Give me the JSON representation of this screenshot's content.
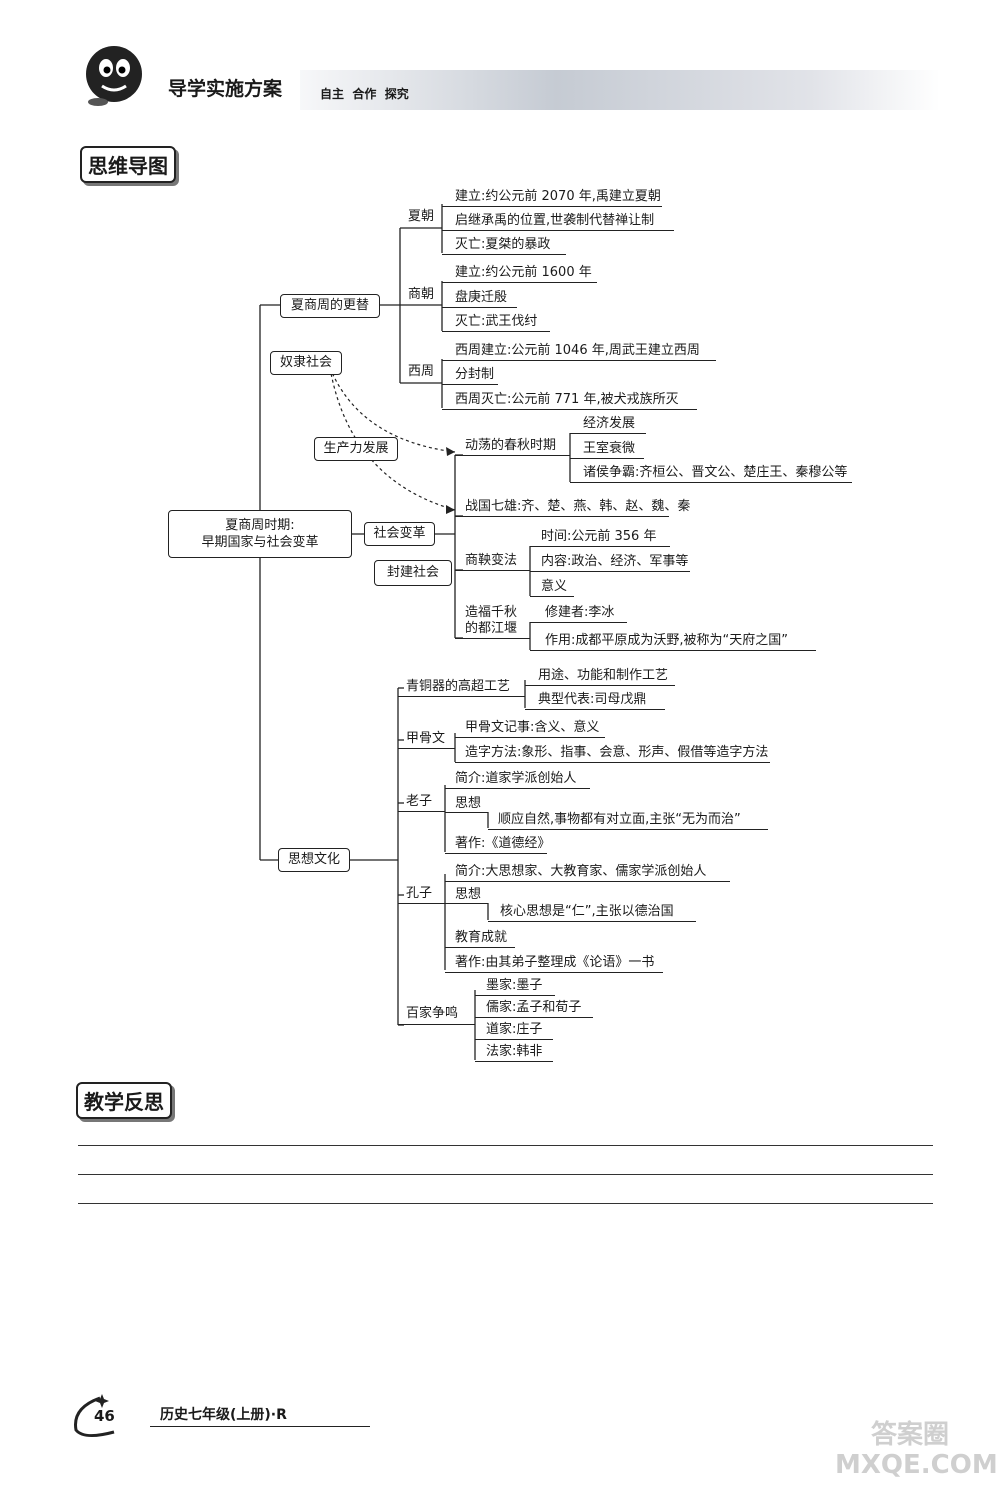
{
  "header": {
    "title": "导学实施方案",
    "subtitle": "自主  合作  探究"
  },
  "sections": {
    "mindmap_title": "思维导图",
    "reflection_title": "教学反思"
  },
  "mindmap": {
    "root": [
      "夏商周时期:",
      "早期国家与社会变革"
    ],
    "b1": "夏商周的更替",
    "b1_label": "奴隶社会",
    "xia": {
      "name": "夏朝",
      "items": [
        "建立:约公元前 2070 年,禹建立夏朝",
        "启继承禹的位置,世袭制代替禅让制",
        "灭亡:夏桀的暴政"
      ]
    },
    "shang": {
      "name": "商朝",
      "items": [
        "建立:约公元前 1600 年",
        "盘庚迁殷",
        "灭亡:武王伐纣"
      ]
    },
    "xizhou": {
      "name": "西周",
      "items": [
        "西周建立:公元前 1046 年,周武王建立西周",
        "分封制",
        "西周灭亡:公元前 771 年,被犬戎族所灭"
      ]
    },
    "shengchanli": "生产力发展",
    "b2": "社会变革",
    "b2_label": "封建社会",
    "chunqiu": {
      "name": "动荡的春秋时期",
      "items": [
        "经济发展",
        "王室衰微",
        "诸侯争霸:齐桓公、晋文公、楚庄王、秦穆公等"
      ]
    },
    "zhanguo": "战国七雄:齐、楚、燕、韩、赵、魏、秦",
    "shangyang": {
      "name": "商鞅变法",
      "items": [
        "时间:公元前 356 年",
        "内容:政治、经济、军事等",
        "意义"
      ]
    },
    "dujiangyan": {
      "name1": "造福千秋",
      "name2": "的都江堰",
      "items": [
        "修建者:李冰",
        "作用:成都平原成为沃野,被称为“天府之国”"
      ]
    },
    "b3": "思想文化",
    "qingtong": {
      "name": "青铜器的高超工艺",
      "items": [
        "用途、功能和制作工艺",
        "典型代表:司母戊鼎"
      ]
    },
    "jiagu": {
      "name": "甲骨文",
      "items": [
        "甲骨文记事:含义、意义",
        "造字方法:象形、指事、会意、形声、假借等造字方法"
      ]
    },
    "laozi": {
      "name": "老子",
      "jianjie": "简介:道家学派创始人",
      "sixiang": "思想",
      "sixiang_detail": "顺应自然,事物都有对立面,主张“无为而治”",
      "zhuzuo": "著作:《道德经》"
    },
    "kongzi": {
      "name": "孔子",
      "jianjie": "简介:大思想家、大教育家、儒家学派创始人",
      "sixiang": "思想",
      "sixiang_detail": "核心思想是“仁”,主张以德治国",
      "jiaoyu": "教育成就",
      "zhuzuo": "著作:由其弟子整理成《论语》一书"
    },
    "baijia": {
      "name": "百家争鸣",
      "items": [
        "墨家:墨子",
        "儒家:孟子和荀子",
        "道家:庄子",
        "法家:韩非"
      ]
    }
  },
  "footer": {
    "page_number": "46",
    "book": "历史七年级(上册)·R"
  },
  "watermark": "答案圈 MXQE.COM"
}
